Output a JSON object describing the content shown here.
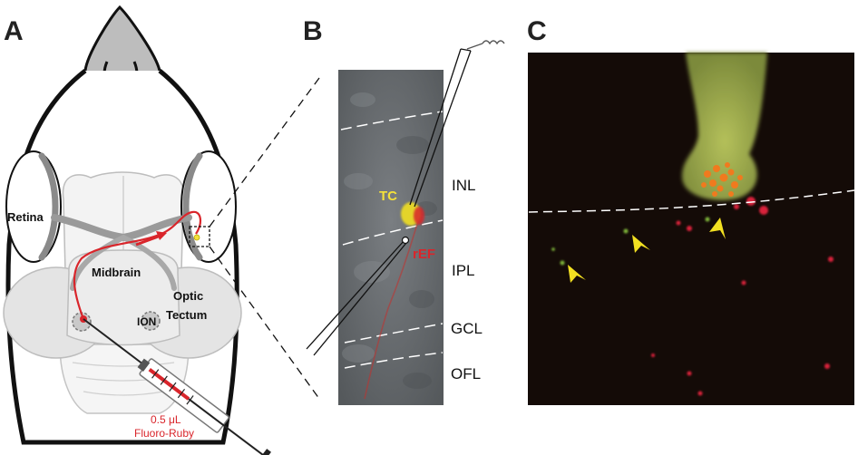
{
  "panels": {
    "a": {
      "letter": "A"
    },
    "b": {
      "letter": "B"
    },
    "c": {
      "letter": "C"
    }
  },
  "labels": {
    "retina": "Retina",
    "midbrain": "Midbrain",
    "optic_tectum_line1": "Optic",
    "optic_tectum_line2": "Tectum",
    "ion": "ION",
    "injection_volume": "0.5 μL",
    "tracer": "Fluoro-Ruby",
    "tc": "TC",
    "ref": "rEF",
    "inl": "INL",
    "ipl": "IPL",
    "gcl": "GCL",
    "ofl": "OFL"
  },
  "colors": {
    "tracer_red": "#d9252b",
    "cell_yellow": "#f4e13a",
    "arrowhead_yellow": "#f2e021",
    "micrograph_grey": "#6e7276",
    "fluorescence_bg": "#140b07",
    "green_cell": "#9ea94e"
  }
}
